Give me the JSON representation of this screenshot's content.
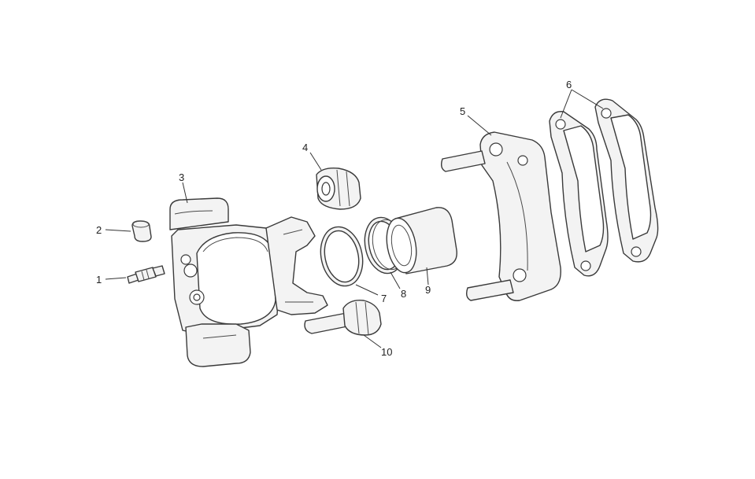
{
  "callouts": [
    {
      "number": "1",
      "part": "bleeder-valve"
    },
    {
      "number": "2",
      "part": "bleeder-cap"
    },
    {
      "number": "3",
      "part": "caliper-body"
    },
    {
      "number": "4",
      "part": "pin-boot"
    },
    {
      "number": "5",
      "part": "caliper-bracket"
    },
    {
      "number": "6",
      "part": "brake-pads"
    },
    {
      "number": "7",
      "part": "piston-seal"
    },
    {
      "number": "8",
      "part": "dust-seal"
    },
    {
      "number": "9",
      "part": "piston"
    },
    {
      "number": "10",
      "part": "slide-pin"
    }
  ],
  "colors": {
    "line": "#3a3a3a",
    "fill": "#f3f3f3",
    "background": "#ffffff"
  }
}
